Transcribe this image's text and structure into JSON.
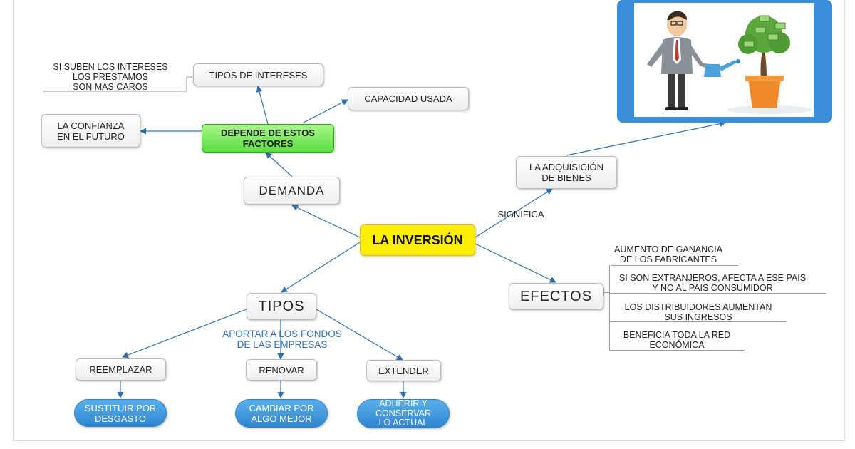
{
  "central": "LA INVERSIÓN",
  "factors": {
    "hub": "DEPENDE DE ESTOS\nFACTORES",
    "demand": "DEMANDA",
    "interest_types": "TIPOS DE INTERESES",
    "interest_note": "SI SUBEN LOS INTERESES\nLOS PRESTAMOS\nSON MAS CAROS",
    "capacity": "CAPACIDAD USADA",
    "confidence": "LA CONFIANZA\nEN EL FUTURO"
  },
  "meaning": {
    "link_label": "SIGNIFICA",
    "acquisition": "LA ADQUISICIÓN\nDE BIENES"
  },
  "effects": {
    "title": "EFECTOS",
    "items": [
      "AUMENTO DE GANANCIA\nDE LOS FABRICANTES",
      "SI SON EXTRANJEROS, AFECTA A ESE PAIS\nY NO AL PAIS CONSUMIDOR",
      "LOS DISTRIBUIDORES AUMENTAN\nSUS INGRESOS",
      "BENEFICIA TODA LA RED\nECONÓMICA"
    ]
  },
  "types": {
    "title": "TIPOS",
    "link_label": "APORTAR A LOS FONDOS\nDE LAS EMPRESAS",
    "kinds": [
      {
        "label": "REEMPLAZAR",
        "detail": "SUSTITUIR POR\nDESGASTO"
      },
      {
        "label": "RENOVAR",
        "detail": "CAMBIAR POR\nALGO MEJOR"
      },
      {
        "label": "EXTENDER",
        "detail": "ADHERIR Y\nCONSERVAR\nLO ACTUAL"
      }
    ]
  },
  "colors": {
    "central": "#ffee00",
    "factors_hub": "#58dc3c",
    "detail_pill": "#2f86cf",
    "connector": "#2f6fb0",
    "photo_frame": "#3b8fd8"
  },
  "icons": {
    "photo": "businessman-watering-money-tree-illustration"
  }
}
